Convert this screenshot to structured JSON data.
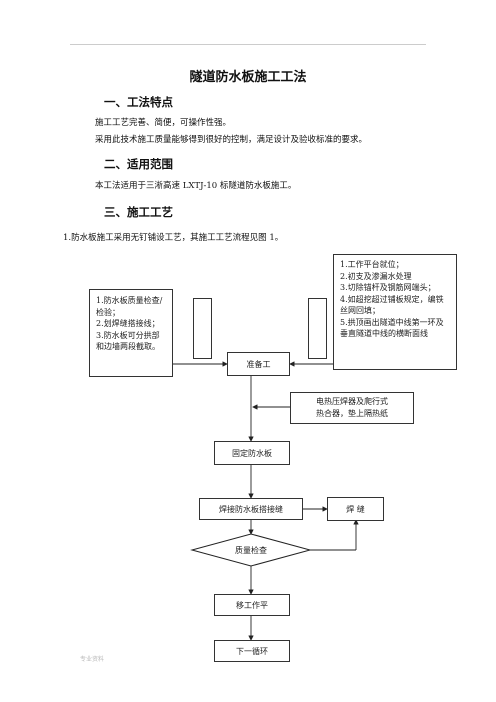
{
  "header": {
    "corner_text": ""
  },
  "title": "隧道防水板施工工法",
  "sections": [
    {
      "heading": "一、工法特点",
      "paras": [
        "施工工艺完善、简便，可操作性强。",
        "采用此技术施工质量能够得到很好的控制，满足设计及验收标准的要求。"
      ]
    },
    {
      "heading": "二、适用范围",
      "paras": [
        "本工法适用于三淅高速 LXTJ-10 标隧道防水板施工。"
      ]
    },
    {
      "heading": "三、施工工艺",
      "paras": [
        "1.防水板施工采用无钉铺设工艺，其施工工艺流程见图 1。"
      ]
    }
  ],
  "flowchart": {
    "left_note": [
      "1.防水板质量检查/检验；",
      "2.划焊缝搭接线；",
      "3.防水板可分拱部和边墙两段截取。"
    ],
    "right_note": [
      "1.工作平台就位；",
      "2.初支及渗漏水处理",
      "3.切除锚杆及钢筋网端头；",
      "4.如超挖超过铺板规定，编铁丝网回填；",
      "5.拱顶画出隧道中线第一环及垂直隧道中线的横断面线"
    ],
    "prep": "准备工",
    "side_note": [
      "电热压焊器及爬行式",
      "热合器，垫上隔热纸"
    ],
    "fix": "固定防水板",
    "weld": "焊接防水板搭接缝",
    "weld_seam": "焊  缝",
    "inspect": "质量检查",
    "move": "移工作平",
    "next": "下一循环"
  },
  "footer": {
    "text": "专业资料"
  }
}
